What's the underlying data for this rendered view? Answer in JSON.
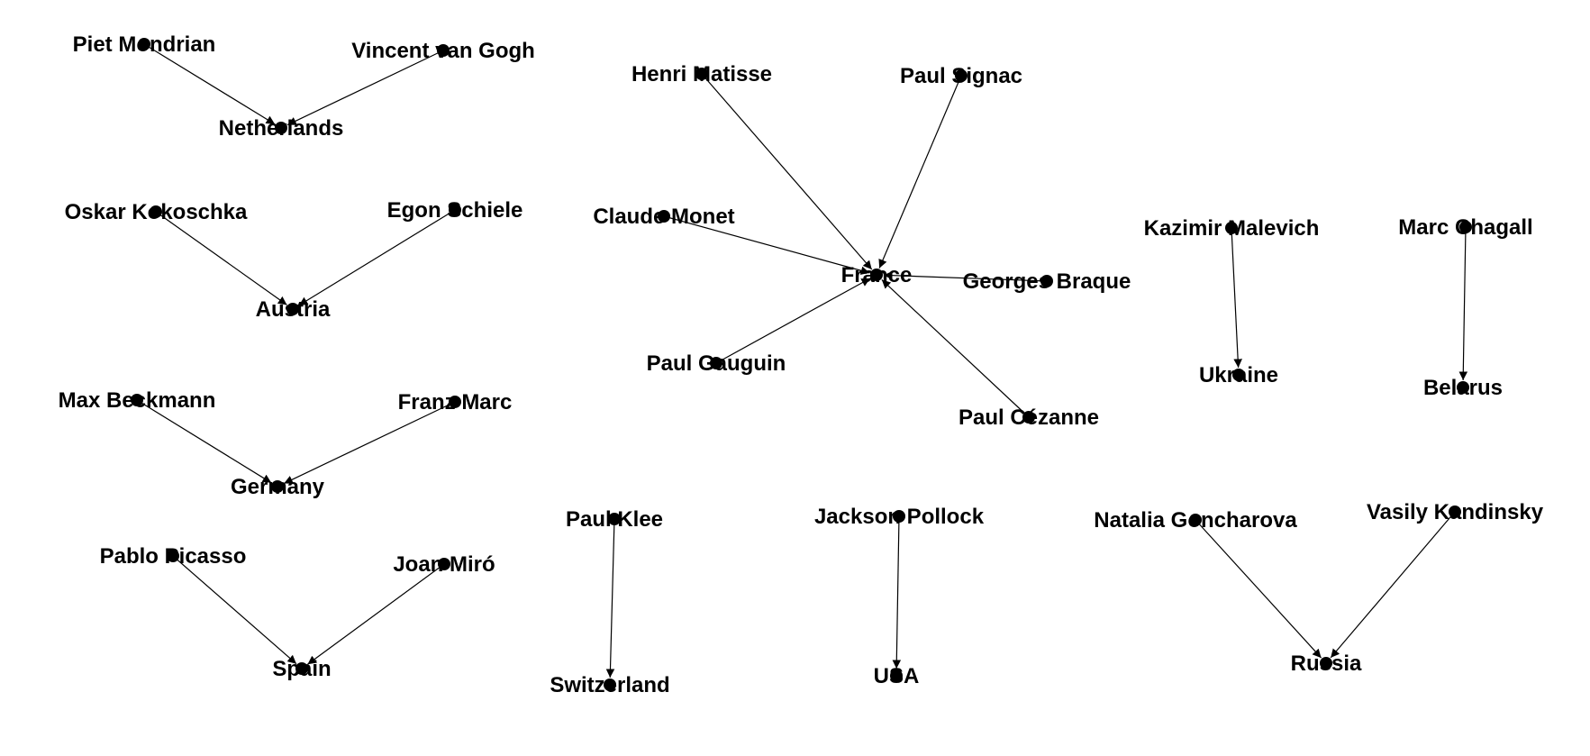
{
  "graph": {
    "nodes": [
      {
        "id": "piet_mondrian",
        "label": "Piet Mondrian"
      },
      {
        "id": "vincent_van_gogh",
        "label": "Vincent van Gogh"
      },
      {
        "id": "netherlands",
        "label": "Netherlands"
      },
      {
        "id": "oskar_kokoschka",
        "label": "Oskar Kokoschka"
      },
      {
        "id": "egon_schiele",
        "label": "Egon Schiele"
      },
      {
        "id": "austria",
        "label": "Austria"
      },
      {
        "id": "max_beckmann",
        "label": "Max Beckmann"
      },
      {
        "id": "franz_marc",
        "label": "Franz Marc"
      },
      {
        "id": "germany",
        "label": "Germany"
      },
      {
        "id": "pablo_picasso",
        "label": "Pablo Picasso"
      },
      {
        "id": "joan_miro",
        "label": "Joan Miró"
      },
      {
        "id": "spain",
        "label": "Spain"
      },
      {
        "id": "henri_matisse",
        "label": "Henri Matisse"
      },
      {
        "id": "paul_signac",
        "label": "Paul Signac"
      },
      {
        "id": "claude_monet",
        "label": "Claude Monet"
      },
      {
        "id": "france",
        "label": "France"
      },
      {
        "id": "georges_braque",
        "label": "Georges Braque"
      },
      {
        "id": "paul_gauguin",
        "label": "Paul Gauguin"
      },
      {
        "id": "paul_cezanne",
        "label": "Paul Cézanne"
      },
      {
        "id": "paul_klee",
        "label": "Paul Klee"
      },
      {
        "id": "switzerland",
        "label": "Switzerland"
      },
      {
        "id": "jackson_pollock",
        "label": "Jackson Pollock"
      },
      {
        "id": "usa",
        "label": "USA"
      },
      {
        "id": "kazimir_malevich",
        "label": "Kazimir Malevich"
      },
      {
        "id": "ukraine",
        "label": "Ukraine"
      },
      {
        "id": "marc_chagall",
        "label": "Marc Chagall"
      },
      {
        "id": "belarus",
        "label": "Belarus"
      },
      {
        "id": "natalia_goncharova",
        "label": "Natalia Goncharova"
      },
      {
        "id": "vasily_kandinsky",
        "label": "Vasily Kandinsky"
      },
      {
        "id": "russia",
        "label": "Russia"
      }
    ],
    "edges": [
      {
        "from": "piet_mondrian",
        "to": "netherlands"
      },
      {
        "from": "vincent_van_gogh",
        "to": "netherlands"
      },
      {
        "from": "oskar_kokoschka",
        "to": "austria"
      },
      {
        "from": "egon_schiele",
        "to": "austria"
      },
      {
        "from": "max_beckmann",
        "to": "germany"
      },
      {
        "from": "franz_marc",
        "to": "germany"
      },
      {
        "from": "pablo_picasso",
        "to": "spain"
      },
      {
        "from": "joan_miro",
        "to": "spain"
      },
      {
        "from": "henri_matisse",
        "to": "france"
      },
      {
        "from": "paul_signac",
        "to": "france"
      },
      {
        "from": "claude_monet",
        "to": "france"
      },
      {
        "from": "georges_braque",
        "to": "france"
      },
      {
        "from": "paul_gauguin",
        "to": "france"
      },
      {
        "from": "paul_cezanne",
        "to": "france"
      },
      {
        "from": "paul_klee",
        "to": "switzerland"
      },
      {
        "from": "jackson_pollock",
        "to": "usa"
      },
      {
        "from": "kazimir_malevich",
        "to": "ukraine"
      },
      {
        "from": "marc_chagall",
        "to": "belarus"
      },
      {
        "from": "natalia_goncharova",
        "to": "russia"
      },
      {
        "from": "vasily_kandinsky",
        "to": "russia"
      }
    ],
    "node_color": "#000000",
    "edge_color": "#000000"
  }
}
